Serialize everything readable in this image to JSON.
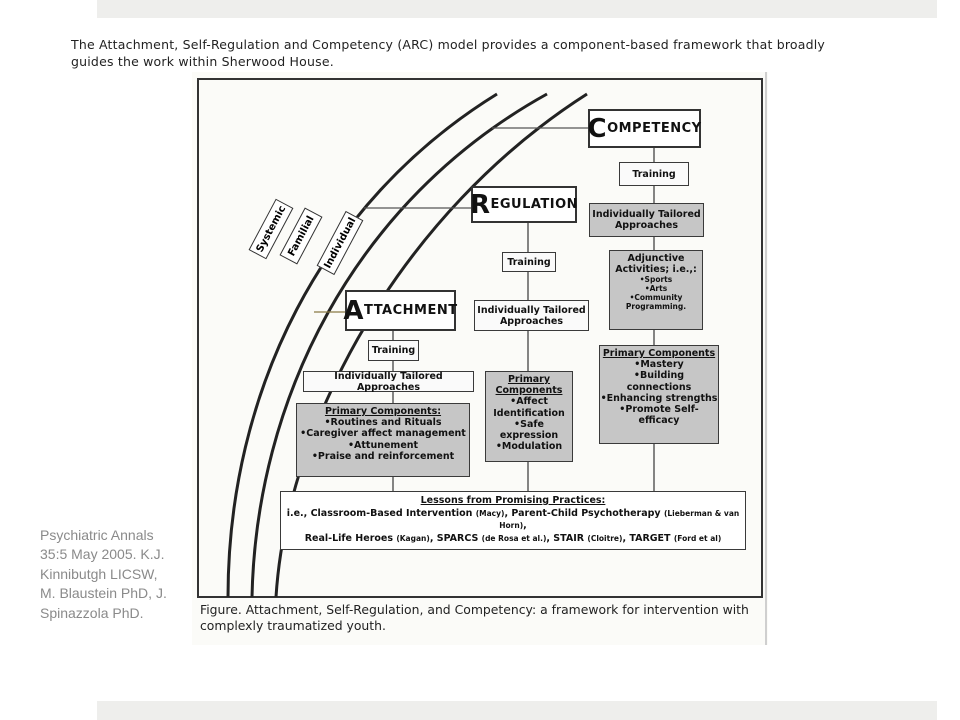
{
  "intro_text": "The Attachment, Self-Regulation and Competency (ARC) model provides a component-based framework that broadly guides the work within Sherwood House.",
  "citation": "Psychiatric Annals 35:5 May 2005. K.J. Kinnibutgh LICSW, M. Blaustein PhD, J. Spinazzola PhD.",
  "figure": {
    "levels": [
      "Systemic",
      "Familial",
      "Individual"
    ],
    "competency": {
      "title_initial": "C",
      "title_rest": "OMPETENCY",
      "training": "Training",
      "tailored": "Individually Tailored Approaches",
      "adjunctive_head": "Adjunctive Activities; i.e.,:",
      "adjunctive_items": [
        "•Sports",
        "•Arts",
        "•Community Programming."
      ],
      "primary_head": "Primary Components",
      "primary_items": [
        "•Mastery",
        "•Building connections",
        "•Enhancing strengths",
        "•Promote Self-efficacy"
      ]
    },
    "regulation": {
      "title_initial": "R",
      "title_rest": "EGULATION",
      "training": "Training",
      "tailored": "Individually Tailored Approaches",
      "primary_head": "Primary Components",
      "primary_items": [
        "•Affect Identification",
        "•Safe expression",
        "•Modulation"
      ]
    },
    "attachment": {
      "title_initial": "A",
      "title_rest": "TTACHMENT",
      "training": "Training",
      "tailored": "Individually Tailored Approaches",
      "primary_head": "Primary Components:",
      "primary_items": [
        "•Routines and Rituals",
        "•Caregiver affect management",
        "•Attunement",
        "•Praise and reinforcement"
      ]
    },
    "lessons": {
      "head": "Lessons from Promising Practices:",
      "l1a": "i.e., Classroom-Based Intervention ",
      "l1b": "(Macy)",
      "l1c": ", Parent-Child Psychotherapy ",
      "l1d": "(Lieberman & van Horn)",
      "l1e": ",",
      "l2a": "Real-Life Heroes ",
      "l2b": "(Kagan)",
      "l2c": ", SPARCS ",
      "l2d": "(de Rosa et al.)",
      "l2e": ", STAIR ",
      "l2f": "(Cloitre)",
      "l2g": ", TARGET ",
      "l2h": "(Ford et al)"
    },
    "caption": "Figure. Attachment, Self-Regulation, and Competency: a framework for intervention with complexly traumatized youth."
  }
}
